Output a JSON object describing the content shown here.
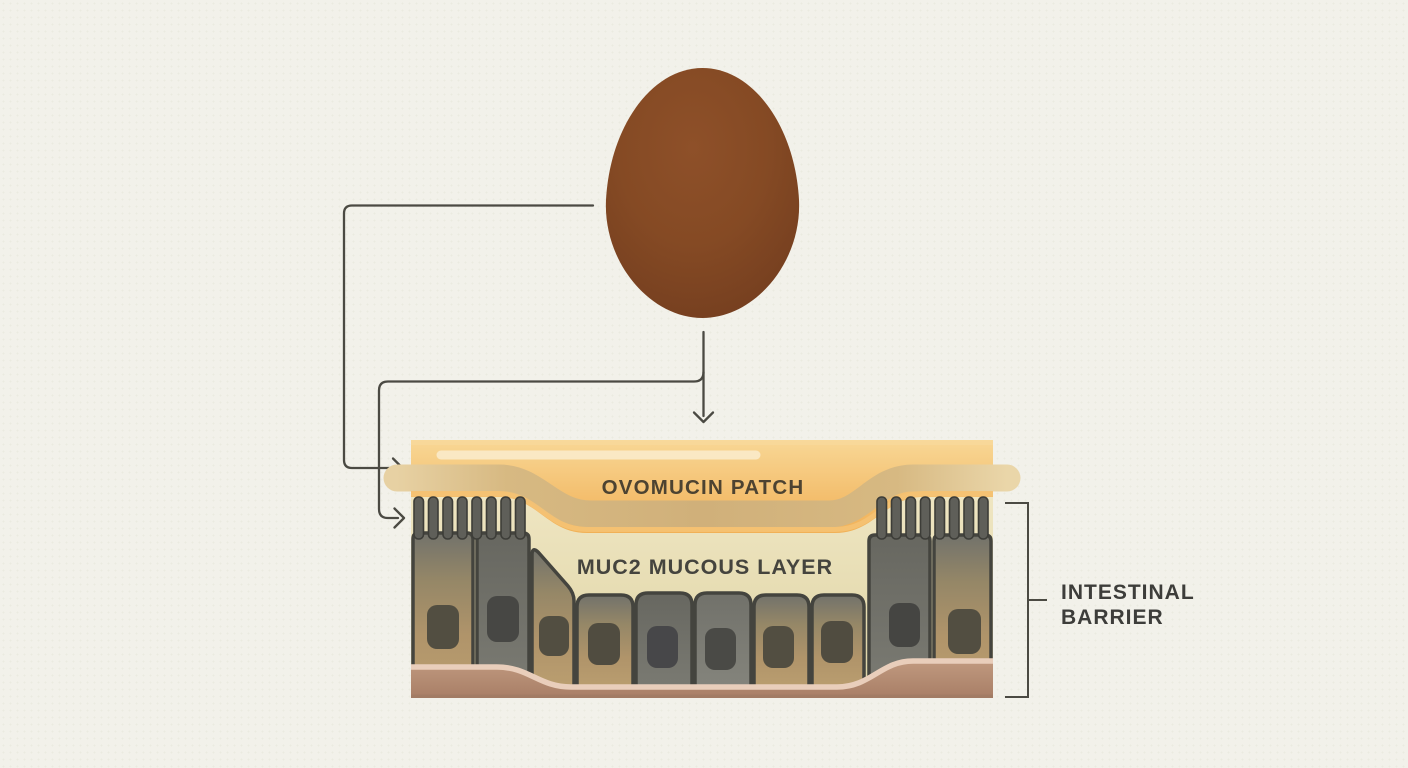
{
  "scene": {
    "background_color": "#f2f1ea",
    "egg": {
      "fill_color": "#84491f"
    },
    "arrow_color": "#4b4a43",
    "barrier_box": {
      "ovomucin_patch": {
        "label": "OVOMUCIN PATCH",
        "fill_color": "#f2b45c",
        "ribbon_color": "#d5b57e",
        "label_color": "#4d4331"
      },
      "muc2_layer": {
        "label": "MUC2 MUCOUS LAYER",
        "fill_color": "#e8dfb8",
        "label_color": "#45443e"
      },
      "epithelium": {
        "tan_cell_color": "#b3976a",
        "gray_cell_color": "#73736c",
        "nucleus_color": "#4a4a44",
        "microvilli_color": "#5f5f59"
      },
      "basement_layer": {
        "highlight_color": "#e9cebb",
        "fill_color": "#b78e76"
      }
    },
    "bracket_label": {
      "text": "INTESTINAL BARRIER",
      "line1": "INTESTINAL",
      "line2": "BARRIER",
      "color": "#3d3d3a"
    }
  }
}
